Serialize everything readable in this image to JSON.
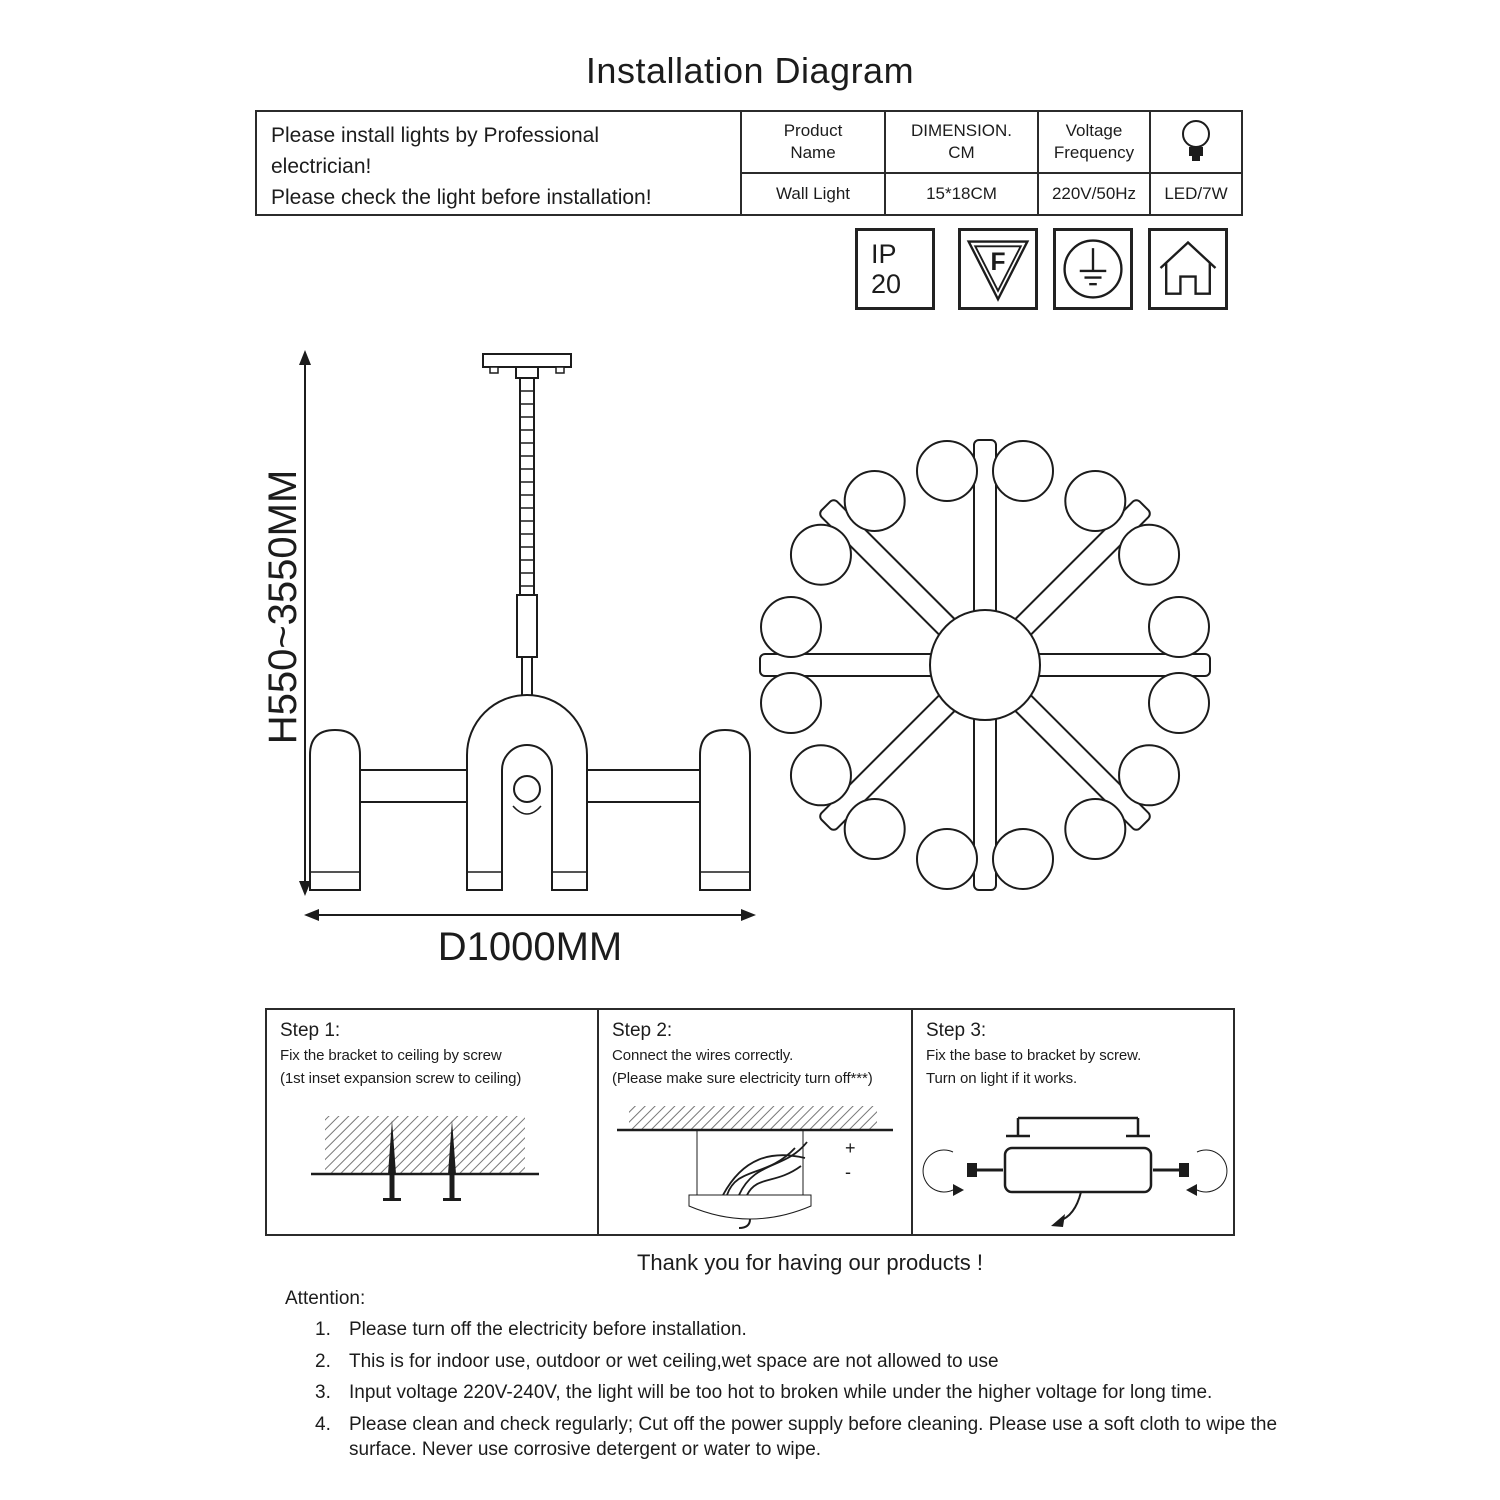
{
  "page": {
    "title": "Installation Diagram"
  },
  "colors": {
    "ink": "#1c1c1c",
    "line": "#2b2b2b"
  },
  "info_table": {
    "notice": {
      "line1": "Please install lights by Professional",
      "line2": "electrician!",
      "line3": "Please check the light before installation!"
    },
    "columns": {
      "product": {
        "header_line1": "Product",
        "header_line2": "Name",
        "value": "Wall Light"
      },
      "dimension": {
        "header_line1": "DIMENSION.",
        "header_line2": "CM",
        "value": "15*18CM"
      },
      "voltage": {
        "header_line1": "Voltage",
        "header_line2": "Frequency",
        "value": "220V/50Hz"
      },
      "lamp": {
        "icon": "bulb-icon",
        "value": "LED/7W"
      }
    }
  },
  "cert_row": {
    "ip_rating": {
      "line1": "IP",
      "line2": "20"
    },
    "f_mark_letter": "F",
    "ground_icon": "earth-ground-icon",
    "indoor_icon": "house-icon"
  },
  "dimension_labels": {
    "height": "H550~3550MM",
    "diameter": "D1000MM"
  },
  "steps": [
    {
      "title": "Step 1:",
      "line1": "Fix the bracket to ceiling by screw",
      "line2": "(1st inset expansion screw to ceiling)"
    },
    {
      "title": "Step 2:",
      "line1": "Connect the wires correctly.",
      "line2": "(Please make sure electricity turn off***)"
    },
    {
      "title": "Step 3:",
      "line1": "Fix the base to bracket by screw.",
      "line2": "Turn on light if it works."
    }
  ],
  "wire_labels": {
    "plus": "+",
    "minus": "-"
  },
  "footer": {
    "thanks": "Thank you for having our products !",
    "attention_title": "Attention:",
    "attention_items": [
      {
        "num": "1.",
        "text": "Please turn off the electricity before installation."
      },
      {
        "num": "2.",
        "text": "This is for indoor use, outdoor or wet ceiling,wet space are not allowed to use"
      },
      {
        "num": "3.",
        "text": "Input voltage 220V-240V, the light will be too hot to broken while under the higher voltage for long time."
      },
      {
        "num": "4.",
        "text": "Please clean and check regularly; Cut off the power supply before cleaning. Please use a soft cloth to wipe the surface. Never use corrosive detergent or water to wipe."
      }
    ]
  }
}
